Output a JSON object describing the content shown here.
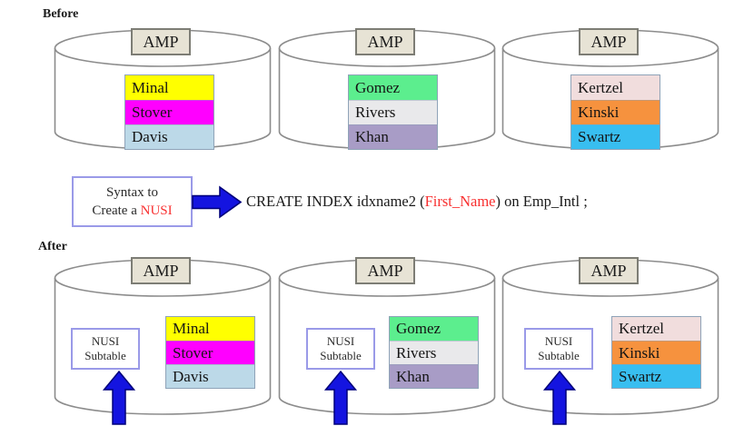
{
  "colors": {
    "arrow_blue": "#1414e0",
    "arrow_outline": "#00007a",
    "callout_border_blue": "#9a9ae8",
    "highlight_red": "#f83030",
    "amp_box_bg": "#e7e3d5",
    "cylinder_stroke": "#8c8c8c"
  },
  "before": {
    "label": "Before",
    "amps": [
      {
        "label": "AMP",
        "rows": [
          {
            "name": "Minal",
            "color": "#ffff00"
          },
          {
            "name": "Stover",
            "color": "#ff00ff"
          },
          {
            "name": "Davis",
            "color": "#bcd9e8"
          }
        ]
      },
      {
        "label": "AMP",
        "rows": [
          {
            "name": "Gomez",
            "color": "#5cee8e"
          },
          {
            "name": "Rivers",
            "color": "#e9e9eb"
          },
          {
            "name": "Khan",
            "color": "#a89cc6"
          }
        ]
      },
      {
        "label": "AMP",
        "rows": [
          {
            "name": "Kertzel",
            "color": "#f1dddd"
          },
          {
            "name": "Kinski",
            "color": "#f6923e"
          },
          {
            "name": "Swartz",
            "color": "#38bef0"
          }
        ]
      }
    ]
  },
  "syntax": {
    "box_line1": "Syntax to",
    "box_line2_prefix": "Create a ",
    "box_line2_keyword": "NUSI",
    "statement_prefix": "CREATE INDEX idxname2 (",
    "statement_column": "First_Name",
    "statement_suffix": ") on Emp_Intl ;"
  },
  "after": {
    "label": "After",
    "subtable": {
      "line1": "NUSI",
      "line2": "Subtable"
    },
    "amps": [
      {
        "label": "AMP",
        "rows": [
          {
            "name": "Minal",
            "color": "#ffff00"
          },
          {
            "name": "Stover",
            "color": "#ff00ff"
          },
          {
            "name": "Davis",
            "color": "#bcd9e8"
          }
        ]
      },
      {
        "label": "AMP",
        "rows": [
          {
            "name": "Gomez",
            "color": "#5cee8e"
          },
          {
            "name": "Rivers",
            "color": "#e9e9eb"
          },
          {
            "name": "Khan",
            "color": "#a89cc6"
          }
        ]
      },
      {
        "label": "AMP",
        "rows": [
          {
            "name": "Kertzel",
            "color": "#f1dddd"
          },
          {
            "name": "Kinski",
            "color": "#f6923e"
          },
          {
            "name": "Swartz",
            "color": "#38bef0"
          }
        ]
      }
    ]
  }
}
